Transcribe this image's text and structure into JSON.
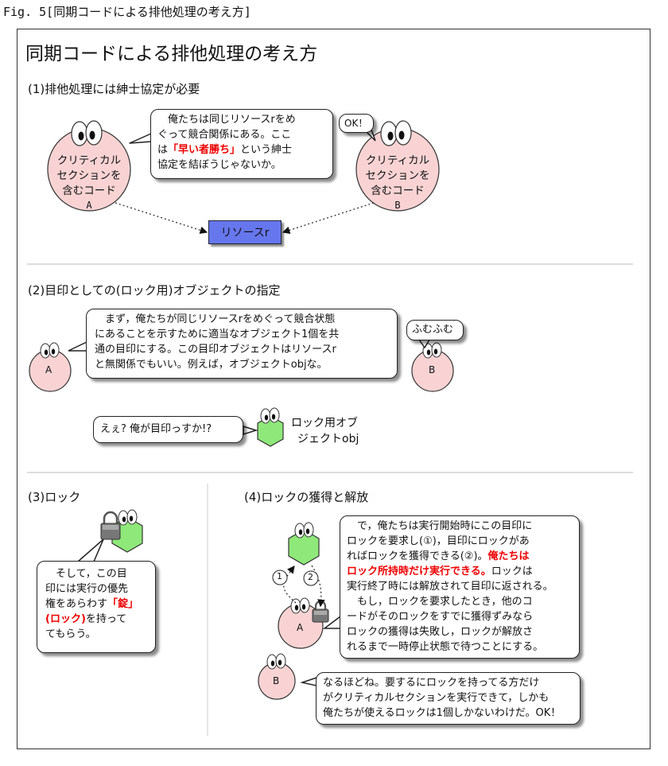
{
  "figure": {
    "caption": "Fig. 5[同期コードによる排他処理の考え方]",
    "title": "同期コードによる排他処理の考え方"
  },
  "section1": {
    "heading": "(1)排他処理には紳士協定が必要",
    "code_a": {
      "line1": "クリティカル",
      "line2": "セクションを",
      "line3": "含むコード",
      "id": "A"
    },
    "code_b": {
      "line1": "クリティカル",
      "line2": "セクションを",
      "line3": "含むコード",
      "id": "B"
    },
    "bubble_a": {
      "line1": "　俺たちは同じリソースrをめ",
      "line2": "ぐって競合関係にある。ここ",
      "line3_pre": "は",
      "line3_red": "「早い者勝ち」",
      "line3_post": "という紳士",
      "line4": "協定を結ぼうじゃないか。"
    },
    "bubble_b": "OK！",
    "resource": "リソースr"
  },
  "section2": {
    "heading": "(2)目印としての(ロック用)オブジェクトの指定",
    "char_a": "A",
    "char_b": "B",
    "bubble_a": {
      "line1": "　まず，俺たちが同じリソースrをめぐって競合状態",
      "line2": "にあることを示すために適当なオブジェクト1個を共",
      "line3": "通の目印にする。この目印オブジェクトはリソースr",
      "line4": "と無関係でもいい。例えば，オブジェクトobjな。"
    },
    "bubble_b": "ふむふむ",
    "bubble_obj": "えぇ? 俺が目印っすか!?",
    "obj_label": {
      "line1": "ロック用オブ",
      "line2": "ジェクトobj"
    }
  },
  "section3": {
    "heading": "(3)ロック",
    "bubble": {
      "line1": "　そして，この目",
      "line2": "印には実行の優先",
      "line3_pre": "権をあらわす",
      "line3_red": "「錠」",
      "line4_red": "(ロック)",
      "line4_post": "を持って",
      "line5": "てもらう。"
    }
  },
  "section4": {
    "heading": "(4)ロックの獲得と解放",
    "step1": "1",
    "step2": "2",
    "char_a": "A",
    "char_b": "B",
    "bubble_a": {
      "line1": "　で，俺たちは実行開始時にこの目印に",
      "line2": "ロックを要求し(①)，目印にロックがあ",
      "line3_pre": "ればロックを獲得できる(②)。",
      "line3_red": "俺たちは",
      "line4_red": "ロック所持時だけ実行できる。",
      "line4_post": "ロックは",
      "line5": "実行終了時には解放されて目印に返される。",
      "line6": "　もし，ロックを要求したとき，他のコ",
      "line7": "ードがそのロックをすでに獲得ずみなら",
      "line8": "ロックの獲得は失敗し，ロックが解放さ",
      "line9": "れるまで一時停止状態で待つことにする。"
    },
    "bubble_b": {
      "line1": "なるほどね。要するにロックを持ってる方だけ",
      "line2": "がクリティカルセクションを実行できて，しかも",
      "line3": "俺たちが使えるロックは1個しかないわけだ。OK！"
    }
  },
  "colors": {
    "blob_pink": "#f9d3d3",
    "object_green": "#8fe87a",
    "resource_blue": "#6677ee",
    "emphasis_red": "#e00000"
  }
}
